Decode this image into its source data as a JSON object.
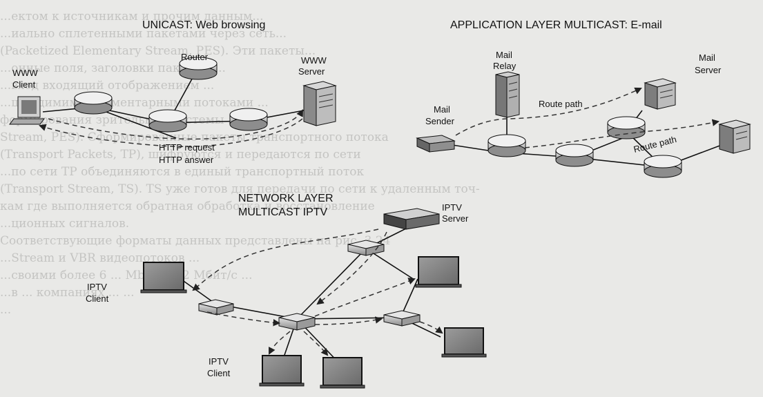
{
  "unicast": {
    "title": "UNICAST: Web browsing",
    "router_label": "Router",
    "client_label": [
      "WWW",
      "Client"
    ],
    "server_label": [
      "WWW",
      "Server"
    ],
    "http_request": "HTTP request",
    "http_answer": "HTTP answer"
  },
  "alm": {
    "title": "APPLICATION LAYER MULTICAST: E-mail",
    "relay_label": [
      "Mail",
      "Relay"
    ],
    "server_label": [
      "Mail",
      "Server"
    ],
    "sender_label": [
      "Mail",
      "Sender"
    ],
    "route_path_1": "Route path",
    "route_path_2": "Route path"
  },
  "nlm": {
    "title": [
      "NETWORK LAYER",
      "MULTICAST IPTV"
    ],
    "server_label": [
      "IPTV",
      "Server"
    ],
    "client_label_1": [
      "IPTV",
      "Client"
    ],
    "client_label_2": [
      "IPTV",
      "Client"
    ]
  },
  "background_text": [
    "...ектом к источникам и прочим данным...",
    "...иально сплетенными пакетами через сеть...",
    "(Packetized Elementary Stream, PES). Эти пакеты...",
    "...онные поля, заголовки пакетов, ...",
    "...вход входящий отображением ...",
    "...шилдимими элементарными потоками ...",
    "формирования зрительной системы ...",
    "Stream, PES). Сформированные пакеты транспортного потока",
    "(Transport Packets, TP), шифруются и передаются по сети",
    "...по сети TP объединяются в единый транспортный поток",
    "(Transport Stream, TS). TS уже готов для передачи по сети к удаленным точ-",
    "кам где выполняется обратная обработка и восстановление",
    "...ционных сигналов.",
    "Соответствующие форматы данных представлены на рис. 3.24",
    "...Stream и VBR видеопотоков ...",
    "...своими более 6 ... Mbit в ... 2 Мбит/с ...",
    "...в ... компаниях ... ...",
    "..."
  ]
}
